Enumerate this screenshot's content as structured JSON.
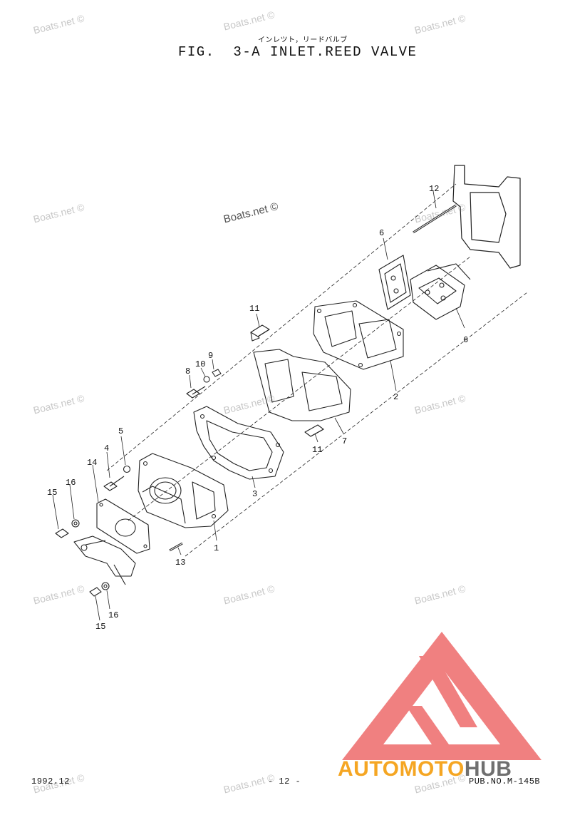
{
  "header": {
    "subtitle_jp": "インレツト，リードバルブ",
    "title": "FIG.  3-A INLET.REED VALVE"
  },
  "watermarks": {
    "text": "Boats.net ©",
    "center_text": "Boats.net ©"
  },
  "callouts": {
    "c1": "1",
    "c2": "2",
    "c3": "3",
    "c4": "4",
    "c5": "5",
    "c6a": "6",
    "c6b": "6",
    "c7": "7",
    "c8": "8",
    "c9": "9",
    "c10": "10",
    "c11a": "11",
    "c11b": "11",
    "c12": "12",
    "c13": "13",
    "c14": "14",
    "c15a": "15",
    "c15b": "15",
    "c16a": "16",
    "c16b": "16"
  },
  "footer": {
    "date": "1992.12",
    "page": "- 12 -",
    "pub": "PUB.NO.M-145B"
  },
  "logo": {
    "text_part1": "AUTOMOTO",
    "text_part2": "HUB",
    "color_part1": "#f5a623",
    "color_part2": "#6f6f6f",
    "triangle_color": "#f08080"
  }
}
